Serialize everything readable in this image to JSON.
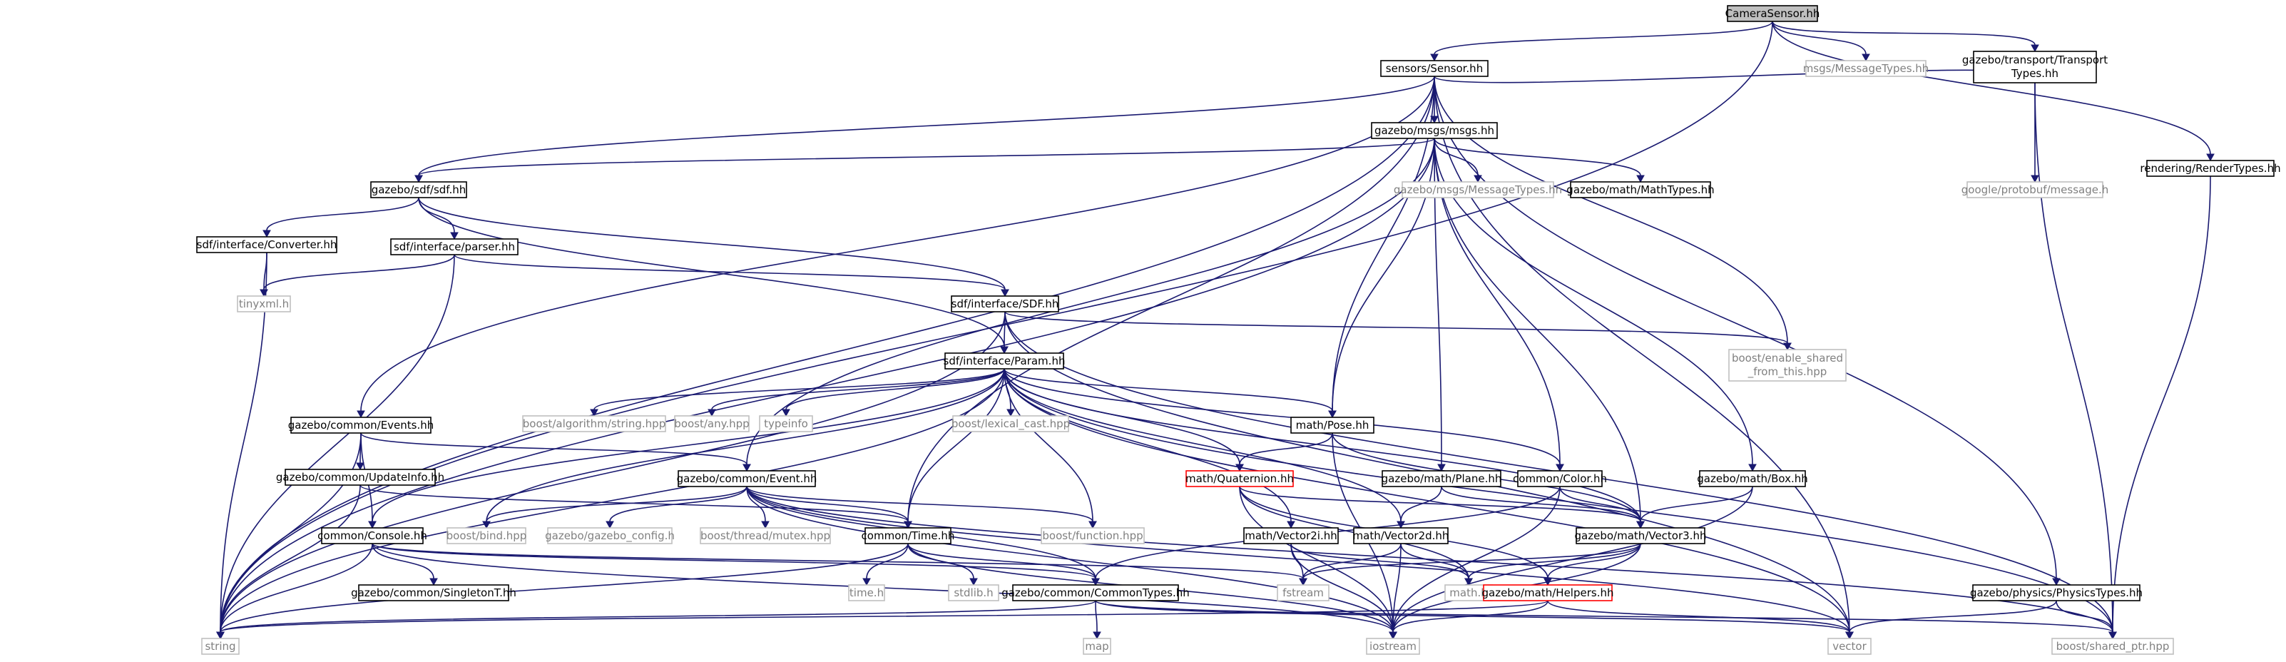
{
  "graph": {
    "root": "CameraSensor.hh",
    "colors": {
      "edge": "#191970",
      "internal_border": "#000000",
      "external_border": "#bfbfbf",
      "external_text": "#808080",
      "truncated_border": "#ff0000",
      "root_fill": "#bfbfbf",
      "text": "#000000"
    },
    "nodes": [
      {
        "id": "camera",
        "label": "CameraSensor.hh",
        "kind": "root"
      },
      {
        "id": "sensor",
        "label": "sensors/Sensor.hh",
        "kind": "internal"
      },
      {
        "id": "msgtypes1",
        "label": "msgs/MessageTypes.hh",
        "kind": "external"
      },
      {
        "id": "transport",
        "label": "gazebo/transport/Transport",
        "label2": "Types.hh",
        "kind": "internal"
      },
      {
        "id": "rendering",
        "label": "rendering/RenderTypes.hh",
        "kind": "internal"
      },
      {
        "id": "msgs",
        "label": "gazebo/msgs/msgs.hh",
        "kind": "internal"
      },
      {
        "id": "sdf",
        "label": "gazebo/sdf/sdf.hh",
        "kind": "internal"
      },
      {
        "id": "msgtypes2",
        "label": "gazebo/msgs/MessageTypes.hh",
        "kind": "external"
      },
      {
        "id": "mathtypes",
        "label": "gazebo/math/MathTypes.hh",
        "kind": "internal"
      },
      {
        "id": "protobuf",
        "label": "google/protobuf/message.h",
        "kind": "external"
      },
      {
        "id": "converter",
        "label": "sdf/interface/Converter.hh",
        "kind": "internal"
      },
      {
        "id": "parser",
        "label": "sdf/interface/parser.hh",
        "kind": "internal"
      },
      {
        "id": "tinyxml",
        "label": "tinyxml.h",
        "kind": "external"
      },
      {
        "id": "sdfsdf",
        "label": "sdf/interface/SDF.hh",
        "kind": "internal"
      },
      {
        "id": "enableshared",
        "label": "boost/enable_shared",
        "label2": "_from_this.hpp",
        "kind": "external"
      },
      {
        "id": "param",
        "label": "sdf/interface/Param.hh",
        "kind": "internal"
      },
      {
        "id": "algostring",
        "label": "boost/algorithm/string.hpp",
        "kind": "external"
      },
      {
        "id": "boostany",
        "label": "boost/any.hpp",
        "kind": "external"
      },
      {
        "id": "typeinfo",
        "label": "typeinfo",
        "kind": "external"
      },
      {
        "id": "lexical",
        "label": "boost/lexical_cast.hpp",
        "kind": "external"
      },
      {
        "id": "events",
        "label": "gazebo/common/Events.hh",
        "kind": "internal"
      },
      {
        "id": "pose",
        "label": "math/Pose.hh",
        "kind": "internal"
      },
      {
        "id": "updateinfo",
        "label": "gazebo/common/UpdateInfo.hh",
        "kind": "internal"
      },
      {
        "id": "event",
        "label": "gazebo/common/Event.hh",
        "kind": "internal"
      },
      {
        "id": "quaternion",
        "label": "math/Quaternion.hh",
        "kind": "truncated"
      },
      {
        "id": "mathplane",
        "label": "gazebo/math/Plane.hh",
        "kind": "internal"
      },
      {
        "id": "color",
        "label": "common/Color.hh",
        "kind": "internal"
      },
      {
        "id": "mathbox",
        "label": "gazebo/math/Box.hh",
        "kind": "internal"
      },
      {
        "id": "console",
        "label": "common/Console.hh",
        "kind": "internal"
      },
      {
        "id": "boostbind",
        "label": "boost/bind.hpp",
        "kind": "external"
      },
      {
        "id": "gazeboconfig",
        "label": "gazebo/gazebo_config.h",
        "kind": "external"
      },
      {
        "id": "mutex",
        "label": "boost/thread/mutex.hpp",
        "kind": "external"
      },
      {
        "id": "time",
        "label": "common/Time.hh",
        "kind": "internal"
      },
      {
        "id": "boostfunction",
        "label": "boost/function.hpp",
        "kind": "external"
      },
      {
        "id": "vector2i",
        "label": "math/Vector2i.hh",
        "kind": "internal"
      },
      {
        "id": "vector2d",
        "label": "math/Vector2d.hh",
        "kind": "internal"
      },
      {
        "id": "vector3",
        "label": "gazebo/math/Vector3.hh",
        "kind": "internal"
      },
      {
        "id": "physicstypes",
        "label": "gazebo/physics/PhysicsTypes.hh",
        "kind": "internal"
      },
      {
        "id": "singleton",
        "label": "gazebo/common/SingletonT.hh",
        "kind": "internal"
      },
      {
        "id": "timeh",
        "label": "time.h",
        "kind": "external"
      },
      {
        "id": "stdlib",
        "label": "stdlib.h",
        "kind": "external"
      },
      {
        "id": "commontypes",
        "label": "gazebo/common/CommonTypes.hh",
        "kind": "internal"
      },
      {
        "id": "fstream",
        "label": "fstream",
        "kind": "external"
      },
      {
        "id": "mathh",
        "label": "math.h",
        "kind": "external"
      },
      {
        "id": "helpers",
        "label": "gazebo/math/Helpers.hh",
        "kind": "truncated"
      },
      {
        "id": "string",
        "label": "string",
        "kind": "external"
      },
      {
        "id": "map",
        "label": "map",
        "kind": "external"
      },
      {
        "id": "iostream",
        "label": "iostream",
        "kind": "external"
      },
      {
        "id": "vector",
        "label": "vector",
        "kind": "external"
      },
      {
        "id": "sharedptr",
        "label": "boost/shared_ptr.hpp",
        "kind": "external"
      }
    ],
    "edges": [
      [
        "camera",
        "sensor"
      ],
      [
        "camera",
        "msgtypes1"
      ],
      [
        "camera",
        "transport"
      ],
      [
        "camera",
        "rendering"
      ],
      [
        "camera",
        "string"
      ],
      [
        "sensor",
        "transport"
      ],
      [
        "sensor",
        "msgs"
      ],
      [
        "sensor",
        "sdf"
      ],
      [
        "sensor",
        "events"
      ],
      [
        "sensor",
        "pose"
      ],
      [
        "sensor",
        "time"
      ],
      [
        "sensor",
        "physicstypes"
      ],
      [
        "sensor",
        "enableshared"
      ],
      [
        "sensor",
        "string"
      ],
      [
        "sensor",
        "vector"
      ],
      [
        "transport",
        "protobuf"
      ],
      [
        "transport",
        "sharedptr"
      ],
      [
        "rendering",
        "sharedptr"
      ],
      [
        "msgs",
        "sdf"
      ],
      [
        "msgs",
        "msgtypes2"
      ],
      [
        "msgs",
        "mathtypes"
      ],
      [
        "msgs",
        "pose"
      ],
      [
        "msgs",
        "mathplane"
      ],
      [
        "msgs",
        "mathbox"
      ],
      [
        "msgs",
        "color"
      ],
      [
        "msgs",
        "vector3"
      ],
      [
        "msgs",
        "event"
      ],
      [
        "msgs",
        "string"
      ],
      [
        "sdf",
        "converter"
      ],
      [
        "sdf",
        "parser"
      ],
      [
        "sdf",
        "sdfsdf"
      ],
      [
        "sdf",
        "param"
      ],
      [
        "converter",
        "tinyxml"
      ],
      [
        "converter",
        "string"
      ],
      [
        "parser",
        "tinyxml"
      ],
      [
        "parser",
        "sdfsdf"
      ],
      [
        "parser",
        "string"
      ],
      [
        "sdfsdf",
        "param"
      ],
      [
        "sdfsdf",
        "enableshared"
      ],
      [
        "sdfsdf",
        "sharedptr"
      ],
      [
        "sdfsdf",
        "vector"
      ],
      [
        "sdfsdf",
        "string"
      ],
      [
        "param",
        "algostring"
      ],
      [
        "param",
        "boostany"
      ],
      [
        "param",
        "typeinfo"
      ],
      [
        "param",
        "lexical"
      ],
      [
        "param",
        "boostfunction"
      ],
      [
        "param",
        "pose"
      ],
      [
        "param",
        "quaternion"
      ],
      [
        "param",
        "color"
      ],
      [
        "param",
        "vector3"
      ],
      [
        "param",
        "vector2i"
      ],
      [
        "param",
        "vector2d"
      ],
      [
        "param",
        "time"
      ],
      [
        "param",
        "console"
      ],
      [
        "param",
        "boostbind"
      ],
      [
        "param",
        "string"
      ],
      [
        "param",
        "vector"
      ],
      [
        "param",
        "sharedptr"
      ],
      [
        "events",
        "updateinfo"
      ],
      [
        "events",
        "event"
      ],
      [
        "events",
        "console"
      ],
      [
        "events",
        "string"
      ],
      [
        "updateinfo",
        "time"
      ],
      [
        "updateinfo",
        "string"
      ],
      [
        "event",
        "boostbind"
      ],
      [
        "event",
        "gazeboconfig"
      ],
      [
        "event",
        "mutex"
      ],
      [
        "event",
        "time"
      ],
      [
        "event",
        "boostfunction"
      ],
      [
        "event",
        "commontypes"
      ],
      [
        "event",
        "iostream"
      ],
      [
        "event",
        "vector"
      ],
      [
        "event",
        "sharedptr"
      ],
      [
        "pose",
        "quaternion"
      ],
      [
        "pose",
        "vector3"
      ],
      [
        "pose",
        "iostream"
      ],
      [
        "quaternion",
        "vector3"
      ],
      [
        "quaternion",
        "helpers"
      ],
      [
        "quaternion",
        "mathh"
      ],
      [
        "quaternion",
        "iostream"
      ],
      [
        "mathplane",
        "vector2d"
      ],
      [
        "mathplane",
        "vector3"
      ],
      [
        "color",
        "vector3"
      ],
      [
        "color",
        "commontypes"
      ],
      [
        "color",
        "iostream"
      ],
      [
        "mathbox",
        "vector3"
      ],
      [
        "mathbox",
        "iostream"
      ],
      [
        "console",
        "singleton"
      ],
      [
        "console",
        "commontypes"
      ],
      [
        "console",
        "fstream"
      ],
      [
        "console",
        "string"
      ],
      [
        "console",
        "iostream"
      ],
      [
        "time",
        "timeh"
      ],
      [
        "time",
        "stdlib"
      ],
      [
        "time",
        "commontypes"
      ],
      [
        "time",
        "iostream"
      ],
      [
        "time",
        "string"
      ],
      [
        "vector2i",
        "fstream"
      ],
      [
        "vector2i",
        "mathh"
      ],
      [
        "vector2i",
        "iostream"
      ],
      [
        "vector2d",
        "fstream"
      ],
      [
        "vector2d",
        "mathh"
      ],
      [
        "vector2d",
        "iostream"
      ],
      [
        "vector3",
        "helpers"
      ],
      [
        "vector3",
        "mathh"
      ],
      [
        "vector3",
        "fstream"
      ],
      [
        "vector3",
        "iostream"
      ],
      [
        "physicstypes",
        "vector"
      ],
      [
        "physicstypes",
        "sharedptr"
      ],
      [
        "commontypes",
        "map"
      ],
      [
        "commontypes",
        "string"
      ],
      [
        "commontypes",
        "vector"
      ],
      [
        "commontypes",
        "sharedptr"
      ],
      [
        "helpers",
        "string"
      ],
      [
        "helpers",
        "iostream"
      ],
      [
        "helpers",
        "vector"
      ]
    ]
  }
}
